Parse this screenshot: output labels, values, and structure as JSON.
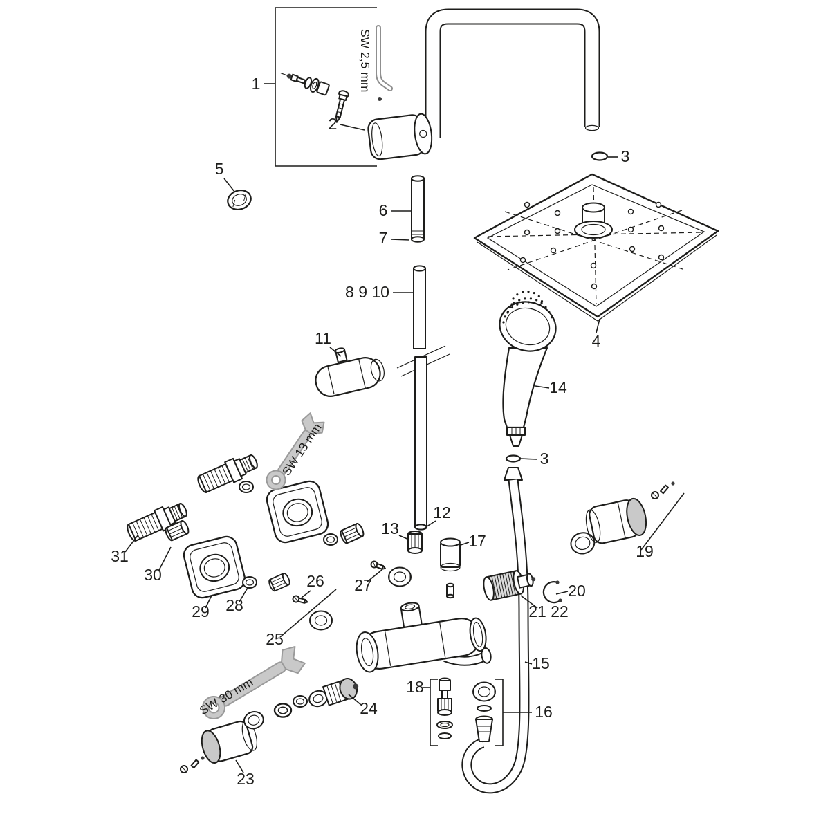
{
  "diagram": {
    "background": "#ffffff",
    "line_color": "#1d1d1b",
    "tool_color": "#c9c9c9",
    "callouts": {
      "c1": "1",
      "c2": "2",
      "c3_top": "3",
      "c3_mid": "3",
      "c4": "4",
      "c5": "5",
      "c6": "6",
      "c7": "7",
      "c8_9_10": "8 9 10",
      "c11": "11",
      "c12": "12",
      "c13": "13",
      "c14": "14",
      "c15": "15",
      "c16": "16",
      "c17": "17",
      "c18": "18",
      "c19": "19",
      "c20": "20",
      "c21_22": "21 22",
      "c23": "23",
      "c24": "24",
      "c25": "25",
      "c26": "26",
      "c27": "27",
      "c28": "28",
      "c29": "29",
      "c30": "30",
      "c31": "31"
    },
    "tools": {
      "allen_key": "SW 2,5 mm",
      "open_end_wrench_13": "SW 13 mm",
      "open_end_wrench_30": "SW 30 mm"
    }
  }
}
